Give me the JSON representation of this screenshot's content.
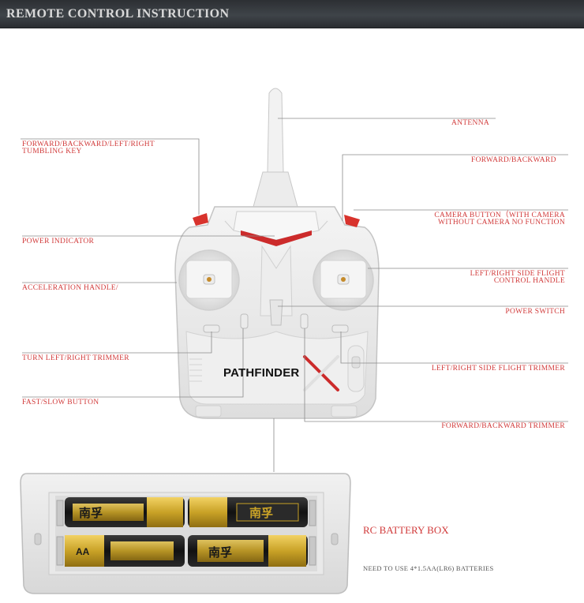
{
  "header": {
    "title": "REMOTE CONTROL INSTRUCTION"
  },
  "labels": {
    "antenna": "ANTENNA",
    "tumbling_key_1": "FORWARD/BACKWARD/LEFT/RIGHT",
    "tumbling_key_2": "TUMBLING KEY",
    "forward_backward": "FORWARD/BACKWARD",
    "camera_button_1": "CAMERA BUTTON（WITH CAMERA",
    "camera_button_2": "WITHOUT CAMERA NO FUNCTION",
    "power_indicator": "POWER INDICATOR",
    "acceleration_handle": "ACCELERATION HANDLE/",
    "side_flight_handle_1": "LEFT/RIGHT SIDE FLIGHT",
    "side_flight_handle_2": "CONTROL HANDLE",
    "power_switch": "POWER SWITCH",
    "turn_trimmer": "TURN LEFT/RIGHT TRIMMER",
    "side_flight_trimmer": "LEFT/RIGHT SIDE FLIGHT TRIMMER",
    "fast_slow_button": "FAST/SLOW BUTTON",
    "forward_backward_trimmer": "FORWARD/BACKWARD TRIMMER"
  },
  "controller": {
    "brand": "PATHFINDER",
    "brand_mark": "X"
  },
  "battery_box": {
    "title": "RC BATTERY BOX",
    "note": "NEED TO USE 4*1.5AA(LR6)  BATTERIES",
    "cell_brand": "南孚",
    "cell_size": "AA"
  },
  "colors": {
    "label_red": "#d13a3a",
    "header_bg": "#3a3e43",
    "leader_line": "#8a8a8a",
    "battery_gold": "#c9a227",
    "battery_black": "#1b1b1b"
  }
}
